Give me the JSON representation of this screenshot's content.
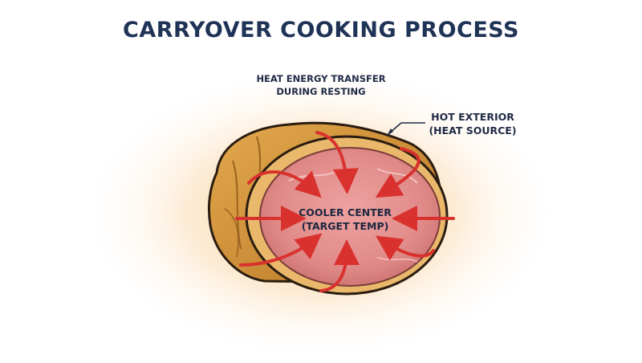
{
  "diagram": {
    "title": "CARRYOVER COOKING PROCESS",
    "subtitle_line1": "HEAT ENERGY TRANSFER",
    "subtitle_line2": "DURING RESTING",
    "exterior_label_line1": "HOT EXTERIOR",
    "exterior_label_line2": "(HEAT SOURCE)",
    "center_label_line1": "COOLER CENTER",
    "center_label_line2": "(TARGET TEMP)"
  },
  "colors": {
    "title": "#1f3357",
    "crust": "#c98a35",
    "meat": "#e58f8c",
    "heat_glow": "#f7c98a",
    "arrow": "#d9322e"
  }
}
